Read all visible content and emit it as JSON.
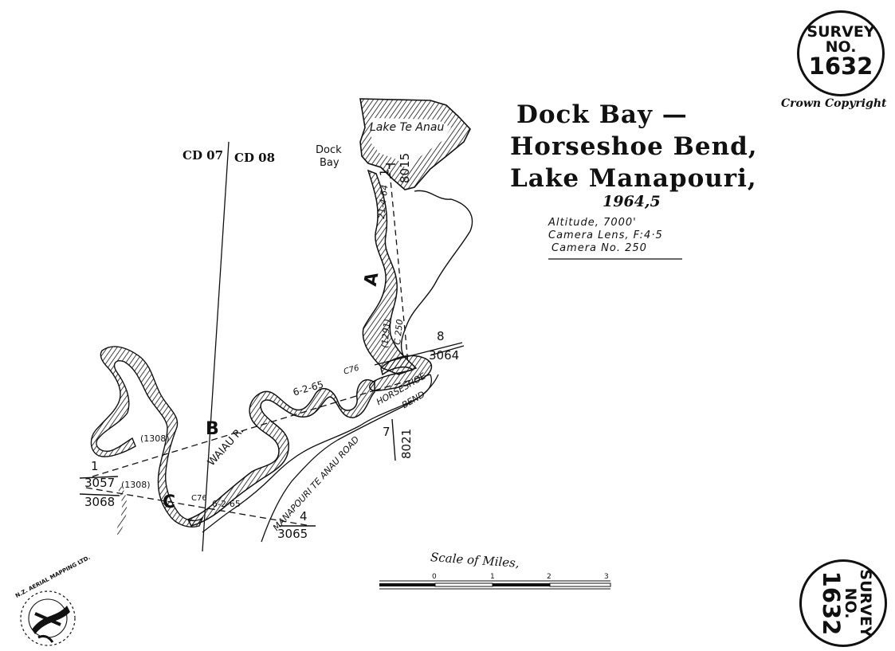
{
  "title": {
    "line1": "Dock Bay —",
    "line2": "Horseshoe Bend,",
    "line3": "Lake Manapouri,",
    "year": "1964,5"
  },
  "camera_info": {
    "altitude": "Altitude, 7000'",
    "lens": "Camera Lens, F:4·5",
    "camera_no": "Camera No. 250"
  },
  "survey_badge_top": {
    "l1": "SURVEY",
    "l2": "NO.",
    "l3": "1632"
  },
  "survey_badge_bottom": {
    "l1": "SURVEY",
    "l2": "NO.",
    "l3": "1632"
  },
  "copyright": "Crown Copyright",
  "sheets": {
    "left": "CD 07",
    "right": "CD 08"
  },
  "place_labels": {
    "lake_te_anau": "Lake Te Anau",
    "dock": "Dock",
    "bay": "Bay",
    "waiau": "WAIAU R.",
    "horseshoe": "HORSESHOE",
    "bend": "BEND",
    "road": "MANAPOURI TE ANAU ROAD"
  },
  "runs": {
    "a": {
      "letter": "A",
      "date": "21-4-64",
      "camera": "C 250",
      "number": "(1291)",
      "start_top": "1",
      "start_bottom": "8015",
      "end_top": "8",
      "end_bottom": "3064"
    },
    "b": {
      "letter": "B",
      "date": "6-2-65",
      "camera": "C76",
      "number": "(1308)",
      "start_top": "1",
      "start_bottom": "3057",
      "end_top": "7",
      "end_bottom": "8021"
    },
    "c": {
      "letter": "C",
      "date": "6-2-65",
      "camera": "C76",
      "number": "(1308)",
      "start_bottom": "3068",
      "end_top": "4",
      "end_bottom": "3065"
    }
  },
  "scale": {
    "label": "Scale of Miles,",
    "ticks": [
      "0",
      "1",
      "2",
      "3"
    ]
  },
  "logo_text": "N.Z. AERIAL MAPPING LTD."
}
